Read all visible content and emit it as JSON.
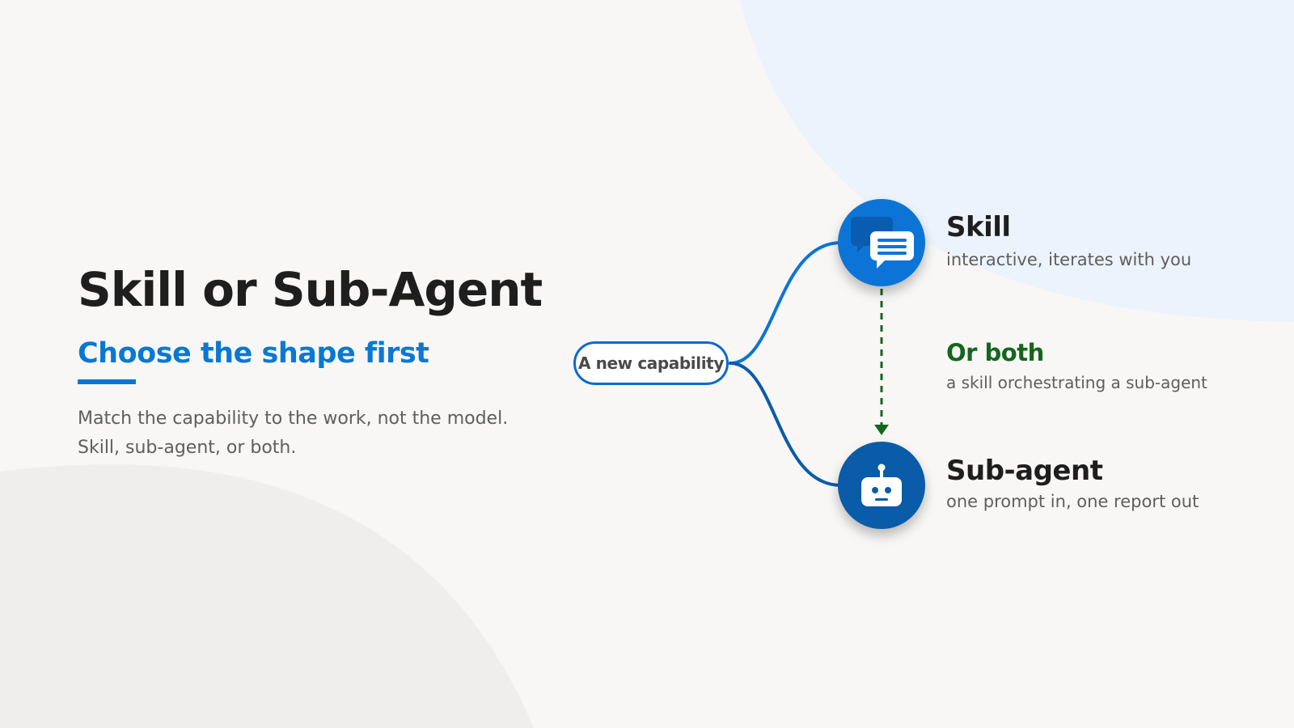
{
  "slide": {
    "title": "Skill or Sub-Agent",
    "subtitle": "Choose the shape first",
    "body_lines": [
      "Match the capability to the work, not the model.",
      "Skill, sub-agent, or both."
    ]
  },
  "diagram": {
    "root": {
      "label": "A new capability"
    },
    "branches": [
      {
        "id": "skill",
        "title": "Skill",
        "description": "interactive, iterates with you",
        "icon": "chat-bubbles-icon"
      },
      {
        "id": "sub-agent",
        "title": "Sub-agent",
        "description": "one prompt in, one report out",
        "icon": "robot-icon"
      }
    ],
    "connector": {
      "title": "Or both",
      "description": "a skill orchestrating a sub-agent"
    }
  },
  "colors": {
    "background": "#f8f7f5",
    "accent_blue": "#0a78d2",
    "skill_node": "#0d74d7",
    "sub_agent_node": "#0a5ba8",
    "both_green": "#15661d",
    "title_text": "#1e1e1e",
    "body_text": "#5e5e5e"
  }
}
